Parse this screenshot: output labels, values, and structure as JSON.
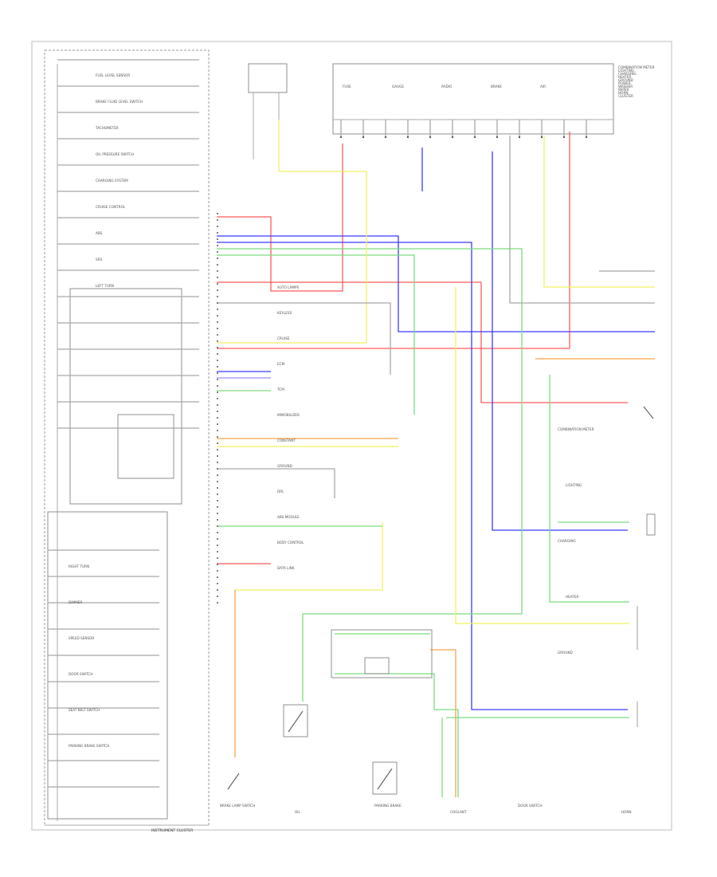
{
  "colors": {
    "red": "#ff5a5a",
    "blue": "#3a3aff",
    "green": "#7ddc7d",
    "yellow": "#f0f060",
    "orange": "#f6a34a",
    "gray": "#a8a8a8",
    "violet": "#9d8cf0"
  },
  "diagram": {
    "top_box_labels": [
      "FUSE",
      "GAUGE",
      "RADIO",
      "BRAKE",
      "AIR"
    ],
    "left_labels": [
      "FUEL LEVEL SENSOR",
      "BRAKE FLUID LEVEL SWITCH",
      "TACHOMETER",
      "OIL PRESSURE SWITCH",
      "CHARGING SYSTEM",
      "CRUISE CONTROL",
      "ABS",
      "SRS",
      "LEFT TURN",
      "RIGHT TURN",
      "DIMMER",
      "SPEED SENSOR",
      "DOOR SWITCH",
      "SEAT BELT SWITCH",
      "PARKING BRAKE SWITCH"
    ],
    "mid_labels": [
      "AUTO LAMPS",
      "KEYLESS",
      "CRUISE",
      "ECM",
      "TCM",
      "IMMOBILIZER",
      "CONSTANT",
      "GROUND",
      "DRL",
      "ABS MODULE",
      "BODY CONTROL",
      "DATA LINK"
    ],
    "right_labels": [
      "COMBINATION METER",
      "LIGHTING",
      "CHARGING",
      "HEATER",
      "GROUND",
      "POWER",
      "WASHER",
      "WIPER",
      "HORN",
      "CLUSTER"
    ],
    "bottom_labels": [
      "BRAKE LAMP SWITCH",
      "OIL",
      "PARKING BRAKE",
      "COOLANT",
      "DOOR SWITCH",
      "HORN"
    ],
    "footer": "INSTRUMENT CLUSTER"
  }
}
